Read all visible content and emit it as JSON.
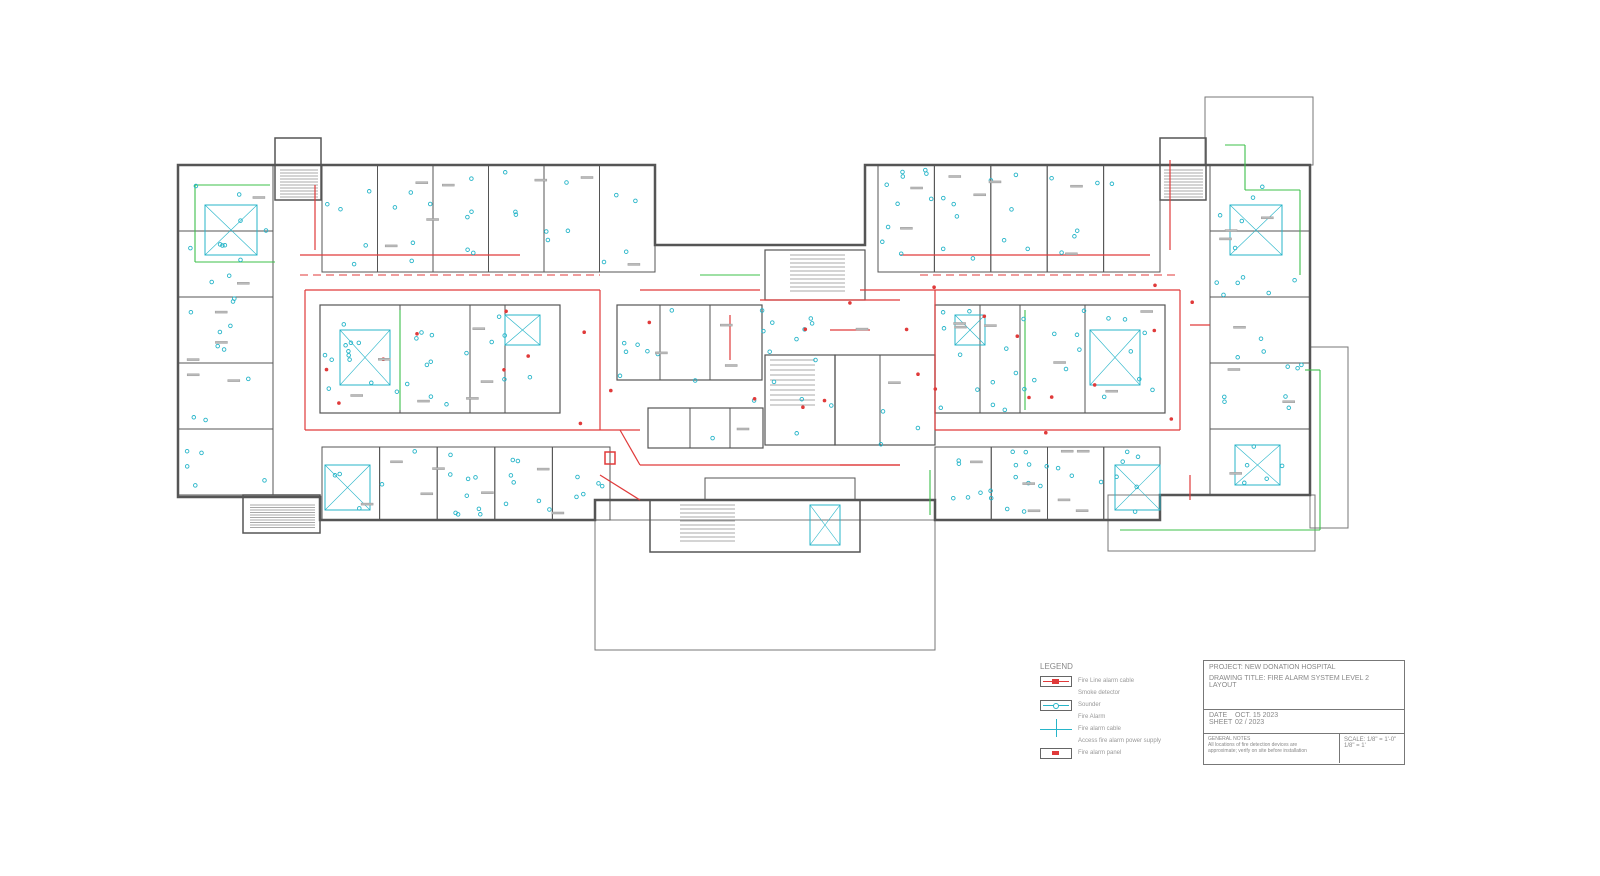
{
  "drawing": {
    "colors": {
      "walls": "#555555",
      "fire_line": "#e03a3a",
      "device": "#27b5c9",
      "data_line": "#3cc04a",
      "outline": "#777777"
    }
  },
  "legend": {
    "title": "LEGEND",
    "items": [
      {
        "label": "Fire Line alarm cable",
        "icon": "red-line-symbol"
      },
      {
        "label": "Smoke detector",
        "icon": "none"
      },
      {
        "label": "Sounder",
        "icon": "cyan-line-symbol"
      },
      {
        "label": "Fire Alarm",
        "icon": "none"
      },
      {
        "label": "Fire alarm cable",
        "icon": "cyan-cross-symbol"
      },
      {
        "label": "Access fire alarm power supply",
        "icon": "none"
      },
      {
        "label": "Fire alarm panel",
        "icon": "red-panel-symbol"
      }
    ]
  },
  "title_block": {
    "project": "PROJECT: NEW DONATION HOSPITAL",
    "drawing_title": "DRAWING TITLE: FIRE ALARM SYSTEM LEVEL 2",
    "drawing_sub": "LAYOUT",
    "date_label": "DATE",
    "date_value": "OCT. 15 2023",
    "sheet_label": "SHEET",
    "sheet_value": "02 / 2023",
    "notes_title": "GENERAL NOTES",
    "notes_1": "All locations of fire detection devices are",
    "notes_2": "approximate; verify on site before installation",
    "scale_label": "SCALE: 1/8\" = 1'-0\"",
    "scale_value": "1/8\" = 1'"
  }
}
